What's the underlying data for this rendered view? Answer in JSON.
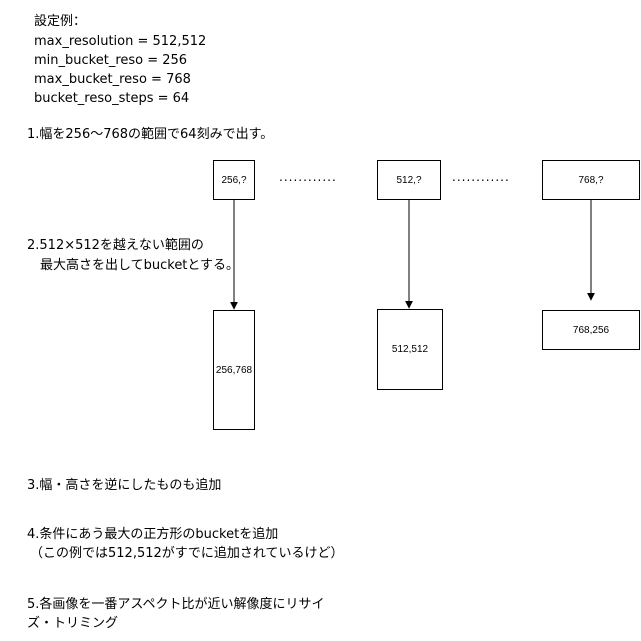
{
  "settings": {
    "title": "設定例：",
    "lines": [
      "max_resolution = 512,512",
      "min_bucket_reso = 256",
      "max_bucket_reso = 768",
      "bucket_reso_steps = 64"
    ]
  },
  "steps": {
    "s1": "1.幅を256～768の範囲で64刻みで出す。",
    "s2_line1": "2.512×512を越えない範囲の",
    "s2_line2": "最大高さを出してbucketとする。",
    "s3": "3.幅・高さを逆にしたものも追加",
    "s4_line1": "4.条件にあう最大の正方形のbucketを追加",
    "s4_line2": "（この例では512,512がすでに追加されているけど）",
    "s5_line1": "5.各画像を一番アスペクト比が近い解像度にリサイ",
    "s5_line2": "ズ・トリミング"
  },
  "diagram": {
    "top_boxes": [
      "256,?",
      "512,?",
      "768,?"
    ],
    "bottom_boxes": [
      "256,768",
      "512,512",
      "768,256"
    ],
    "ellipsis": "............",
    "line_color": "#000000"
  }
}
